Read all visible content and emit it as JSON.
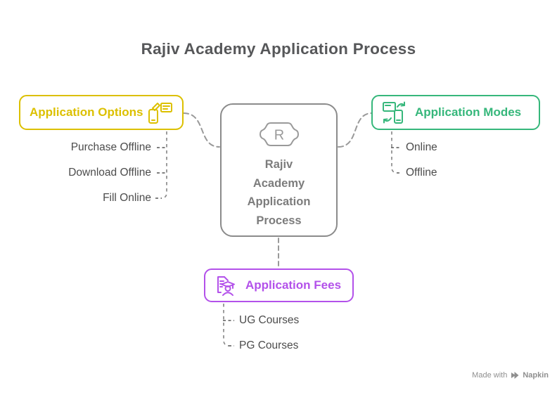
{
  "title": "Rajiv Academy Application Process",
  "center": {
    "lines": [
      "Rajiv",
      "Academy",
      "Application",
      "Process"
    ],
    "badge_letter": "R"
  },
  "branches": {
    "options": {
      "label": "Application Options",
      "icon": "phone-edit-card-icon",
      "items": [
        "Purchase Offline",
        "Download Offline",
        "Fill Online"
      ]
    },
    "modes": {
      "label": "Application Modes",
      "icon": "device-sync-icon",
      "items": [
        "Online",
        "Offline"
      ]
    },
    "fees": {
      "label": "Application Fees",
      "icon": "student-document-icon",
      "items": [
        "UG Courses",
        "PG Courses"
      ]
    }
  },
  "watermark": {
    "made_with": "Made with",
    "brand": "Napkin"
  },
  "colors": {
    "accent-options": "#dcc000",
    "accent-modes": "#36b77b",
    "accent-fees": "#b351ea",
    "center-border": "#8b8b8b",
    "center-text": "#7c7c7c",
    "badge-stroke": "#9a9a9a",
    "title-color": "#565759",
    "item-color": "#4c4c4c",
    "connector-color": "#999999",
    "stem-color": "#8c8c8c",
    "tick-color": "#6f6f6f",
    "watermark-color": "#8f8f8f"
  }
}
